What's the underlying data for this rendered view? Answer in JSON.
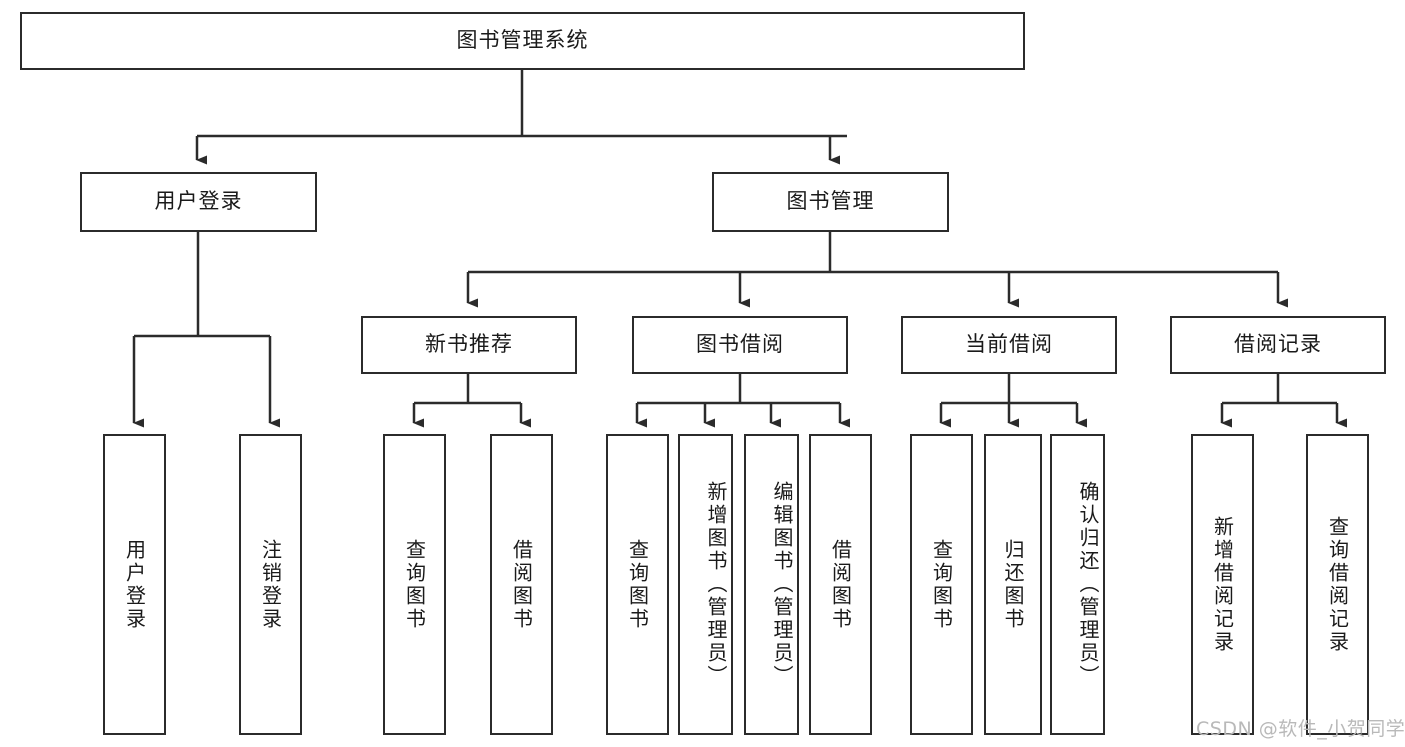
{
  "diagram": {
    "title": "图书管理系统",
    "type": "tree-hierarchy",
    "watermark": "CSDN @软件_小贺同学",
    "colors": {
      "stroke": "#2b2b2b",
      "fill": "#ffffff",
      "text": "#1a1a1a",
      "watermark": "#b9b9b9"
    },
    "levels": {
      "level1": [
        {
          "id": "root",
          "label": "图书管理系统"
        }
      ],
      "level2": [
        {
          "id": "user-login",
          "label": "用户登录"
        },
        {
          "id": "book-manage",
          "label": "图书管理"
        }
      ],
      "level3": [
        {
          "id": "new-book-rec",
          "label": "新书推荐"
        },
        {
          "id": "book-borrow",
          "label": "图书借阅"
        },
        {
          "id": "current-borrow",
          "label": "当前借阅"
        },
        {
          "id": "borrow-record",
          "label": "借阅记录"
        }
      ],
      "level4": [
        {
          "id": "leaf-user-login",
          "label": "用户登录"
        },
        {
          "id": "leaf-logout",
          "label": "注销登录"
        },
        {
          "id": "leaf-query-book-1",
          "label": "查询图书"
        },
        {
          "id": "leaf-borrow-book-1",
          "label": "借阅图书"
        },
        {
          "id": "leaf-query-book-2",
          "label": "查询图书"
        },
        {
          "id": "leaf-add-book",
          "label": "新增图书（管理员）"
        },
        {
          "id": "leaf-edit-book",
          "label": "编辑图书（管理员）"
        },
        {
          "id": "leaf-borrow-book-2",
          "label": "借阅图书"
        },
        {
          "id": "leaf-query-book-3",
          "label": "查询图书"
        },
        {
          "id": "leaf-return-book",
          "label": "归还图书"
        },
        {
          "id": "leaf-confirm-return",
          "label": "确认归还（管理员）"
        },
        {
          "id": "leaf-add-record",
          "label": "新增借阅记录"
        },
        {
          "id": "leaf-query-record",
          "label": "查询借阅记录"
        }
      ]
    },
    "edges": [
      {
        "from": "root",
        "to": "user-login"
      },
      {
        "from": "root",
        "to": "book-manage"
      },
      {
        "from": "user-login",
        "to": "leaf-user-login"
      },
      {
        "from": "user-login",
        "to": "leaf-logout"
      },
      {
        "from": "book-manage",
        "to": "new-book-rec"
      },
      {
        "from": "book-manage",
        "to": "book-borrow"
      },
      {
        "from": "book-manage",
        "to": "current-borrow"
      },
      {
        "from": "book-manage",
        "to": "borrow-record"
      },
      {
        "from": "new-book-rec",
        "to": "leaf-query-book-1"
      },
      {
        "from": "new-book-rec",
        "to": "leaf-borrow-book-1"
      },
      {
        "from": "book-borrow",
        "to": "leaf-query-book-2"
      },
      {
        "from": "book-borrow",
        "to": "leaf-add-book"
      },
      {
        "from": "book-borrow",
        "to": "leaf-edit-book"
      },
      {
        "from": "book-borrow",
        "to": "leaf-borrow-book-2"
      },
      {
        "from": "current-borrow",
        "to": "leaf-query-book-3"
      },
      {
        "from": "current-borrow",
        "to": "leaf-return-book"
      },
      {
        "from": "current-borrow",
        "to": "leaf-confirm-return"
      },
      {
        "from": "borrow-record",
        "to": "leaf-add-record"
      },
      {
        "from": "borrow-record",
        "to": "leaf-query-record"
      }
    ]
  }
}
